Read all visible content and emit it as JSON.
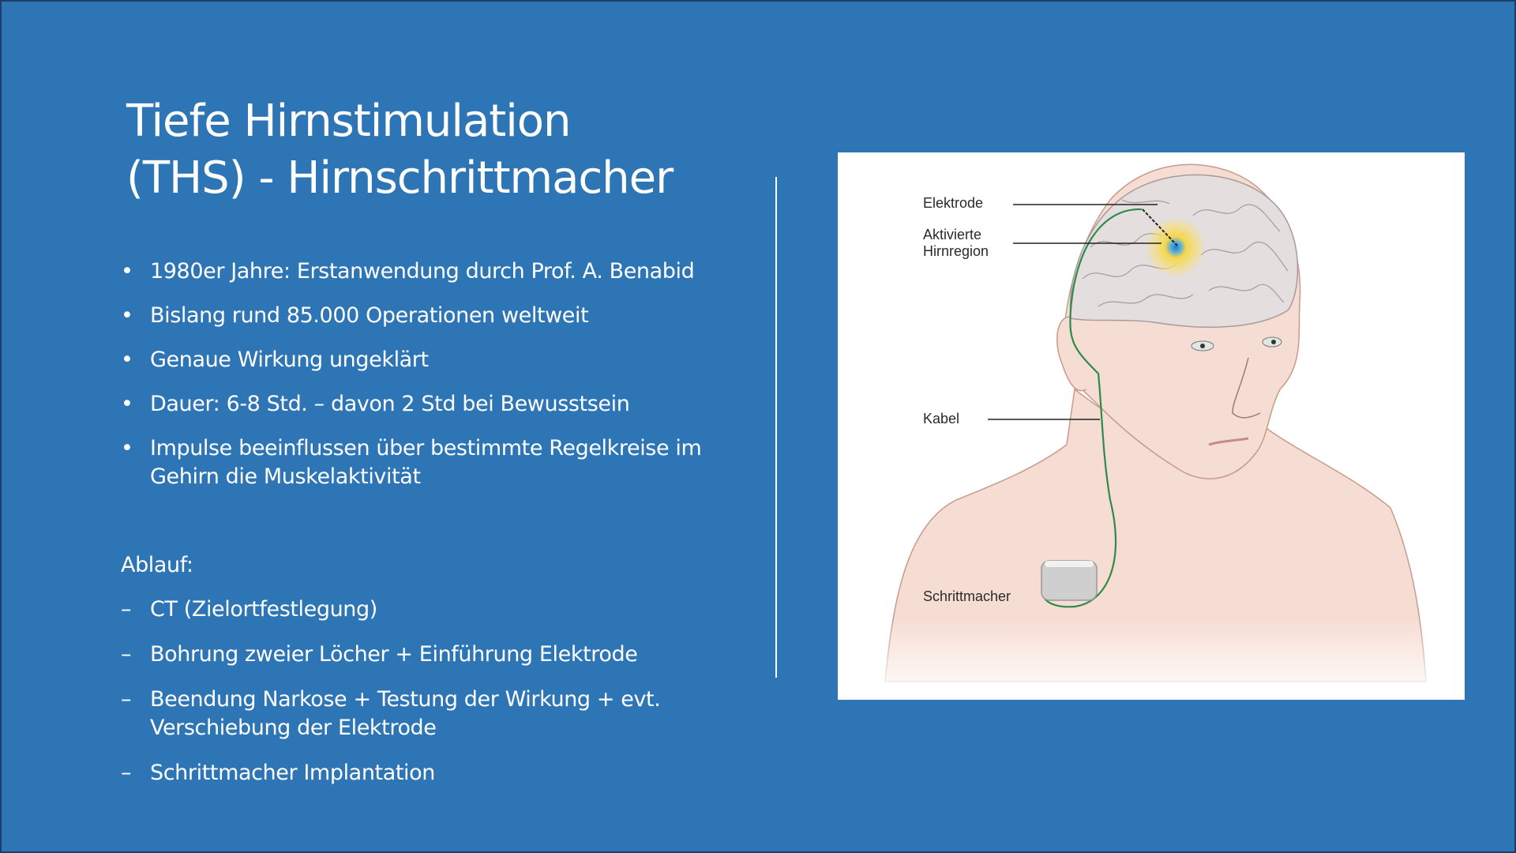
{
  "slide": {
    "title_lines": [
      "Tiefe Hirnstimulation",
      "(THS) - Hirnschrittmacher"
    ],
    "bullet_marker": "•",
    "dash_marker": "–",
    "bullets": [
      "1980er Jahre: Erstanwendung durch Prof. A. Benabid",
      "Bislang rund 85.000 Operationen weltweit",
      "Genaue Wirkung ungeklärt",
      "Dauer: 6-8 Std. – davon 2 Std bei Bewusstsein",
      "Impulse beeinflussen über bestimmte Regelkreise im Gehirn die Muskelaktivität"
    ],
    "ablauf_label": "Ablauf:",
    "steps": [
      "CT (Zielortfestlegung)",
      "Bohrung zweier Löcher + Einführung Elektrode",
      "Beendung Narkose + Testung der Wirkung + evt. Verschiebung der Elektrode",
      "Schrittmacher Implantation"
    ]
  },
  "figure": {
    "labels": {
      "electrode": "Elektrode",
      "activated_region_line1": "Aktivierte",
      "activated_region_line2": "Hirnregion",
      "cable": "Kabel",
      "pacemaker": "Schrittmacher"
    }
  },
  "colors": {
    "background": "#2e75b6",
    "text": "#ffffff",
    "border": "#1d3c66",
    "skin": "#f6ddd3",
    "brain": "#e4dede",
    "cable": "#2f8a4a",
    "activation": "#f5d64a"
  }
}
